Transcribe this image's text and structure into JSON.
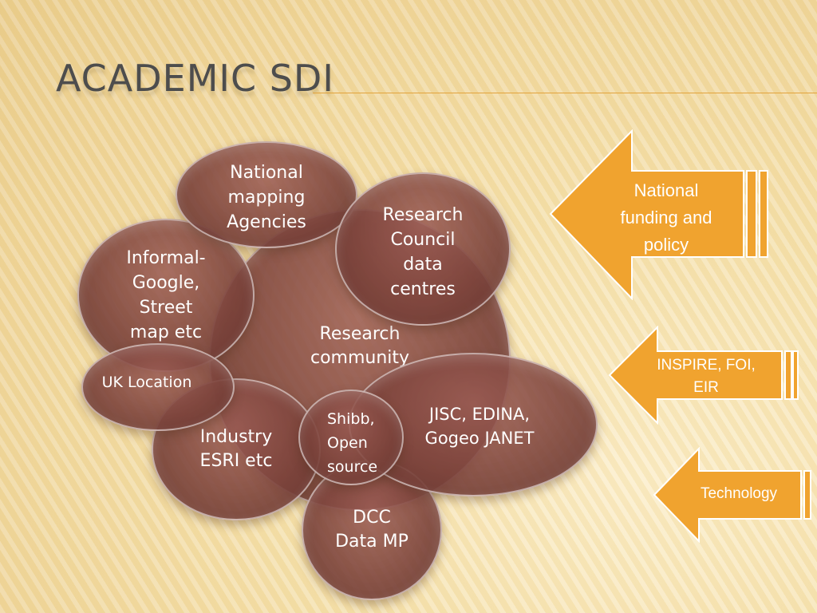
{
  "slide": {
    "title": "ACADEMIC SDI"
  },
  "diagram": {
    "circles": {
      "research_community": "Research\ncommunity",
      "national_mapping": "National\nmapping\nAgencies",
      "research_council": "Research\nCouncil\ndata\ncentres",
      "informal": "Informal-\nGoogle,\nStreet\nmap etc",
      "uk_location": "UK Location",
      "industry": "Industry\nESRI etc",
      "jisc": "JISC, EDINA,\nGogeo  JANET",
      "shibb": "Shibb,\nOpen\n  source",
      "dcc": "DCC\nData MP"
    },
    "arrows": {
      "national_funding": "National\nfunding and\npolicy",
      "inspire": "INSPIRE, FOI,\nEIR",
      "technology": "Technology"
    }
  },
  "colors": {
    "title_text": "#4d4d4d",
    "title_rule": "#e2a33c",
    "circle_fill": "#7d443c",
    "arrow_fill": "#f0a32f",
    "arrow_stroke": "#ffffff"
  }
}
